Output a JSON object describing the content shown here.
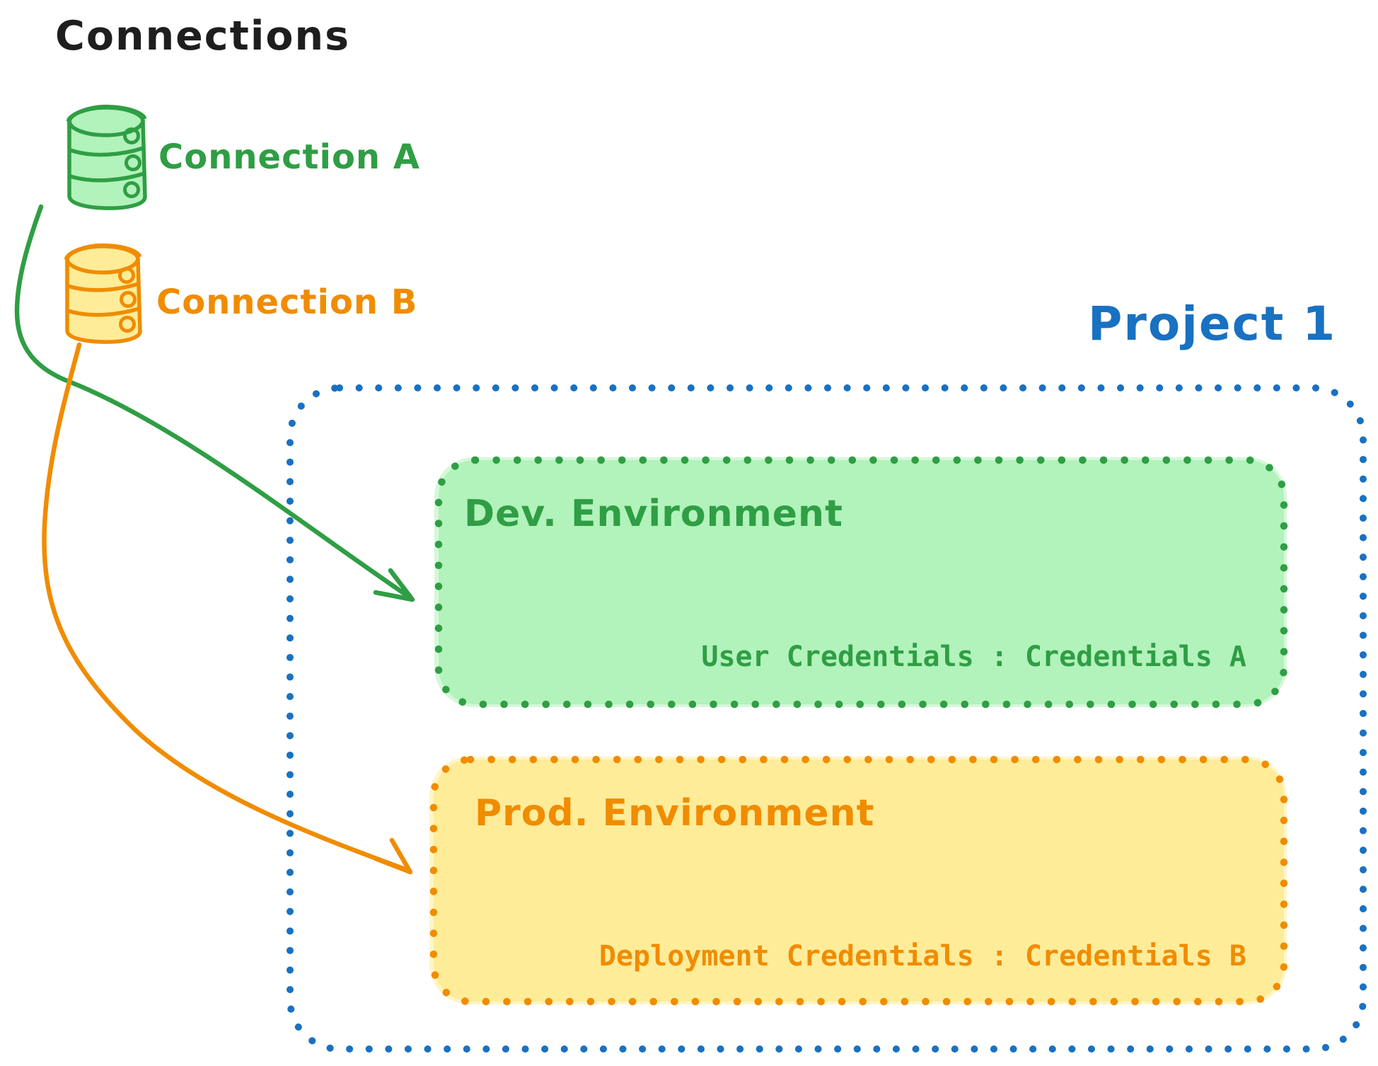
{
  "palette": {
    "ink": "#1e1e1e",
    "green": "#2f9e44",
    "green_fill": "#b2f2bb",
    "orange": "#f08c00",
    "orange_fill": "#ffec99",
    "blue": "#1971c2",
    "background": "#ffffff"
  },
  "connections_panel": {
    "title": "Connections",
    "items": [
      {
        "label": "Connection A",
        "icon": "database-icon",
        "color": "#2f9e44"
      },
      {
        "label": "Connection B",
        "icon": "database-icon",
        "color": "#f08c00"
      }
    ]
  },
  "project": {
    "title": "Project 1",
    "border_style": "dotted",
    "color": "#1971c2",
    "environments": [
      {
        "title": "Dev. Environment",
        "credentials_label": "User Credentials : Credentials A",
        "color": "#2f9e44",
        "fill": "#b2f2bb"
      },
      {
        "title": "Prod. Environment",
        "credentials_label": "Deployment Credentials : Credentials B",
        "color": "#f08c00",
        "fill": "#ffec99"
      }
    ]
  },
  "arrows": [
    {
      "from": "Connection A",
      "to": "Dev. Environment",
      "color": "#2f9e44"
    },
    {
      "from": "Connection B",
      "to": "Prod. Environment",
      "color": "#f08c00"
    }
  ]
}
